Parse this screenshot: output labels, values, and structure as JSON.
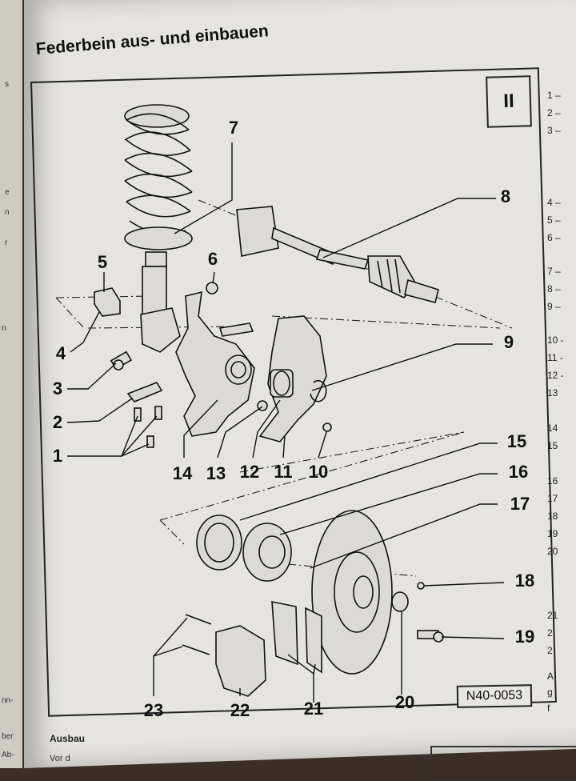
{
  "heading": "Federbein aus- und einbauen",
  "corner_label": "II",
  "figure_code": "N40-0053",
  "callouts": [
    "1",
    "2",
    "3",
    "4",
    "5",
    "6",
    "7",
    "8",
    "9",
    "10",
    "11",
    "12",
    "13",
    "14",
    "15",
    "16",
    "17",
    "18",
    "19",
    "20",
    "21",
    "22",
    "23"
  ],
  "legend_items": [
    "1 –",
    "2 –",
    "3 –",
    "4 –",
    "5 –",
    "6 –",
    "7 –",
    "8 –",
    "9 –",
    "10 -",
    "11 -",
    "12 -",
    "13",
    "14",
    "15",
    "16",
    "17",
    "18",
    "19",
    "20",
    "21",
    "2",
    "2",
    "A",
    "g",
    "f"
  ],
  "section": {
    "title": "Ausbau",
    "text": "Vor d"
  },
  "left_margin_fragments": [
    "s",
    "e",
    "n",
    "r",
    "n",
    "nn-",
    "ber",
    "Ab-"
  ]
}
